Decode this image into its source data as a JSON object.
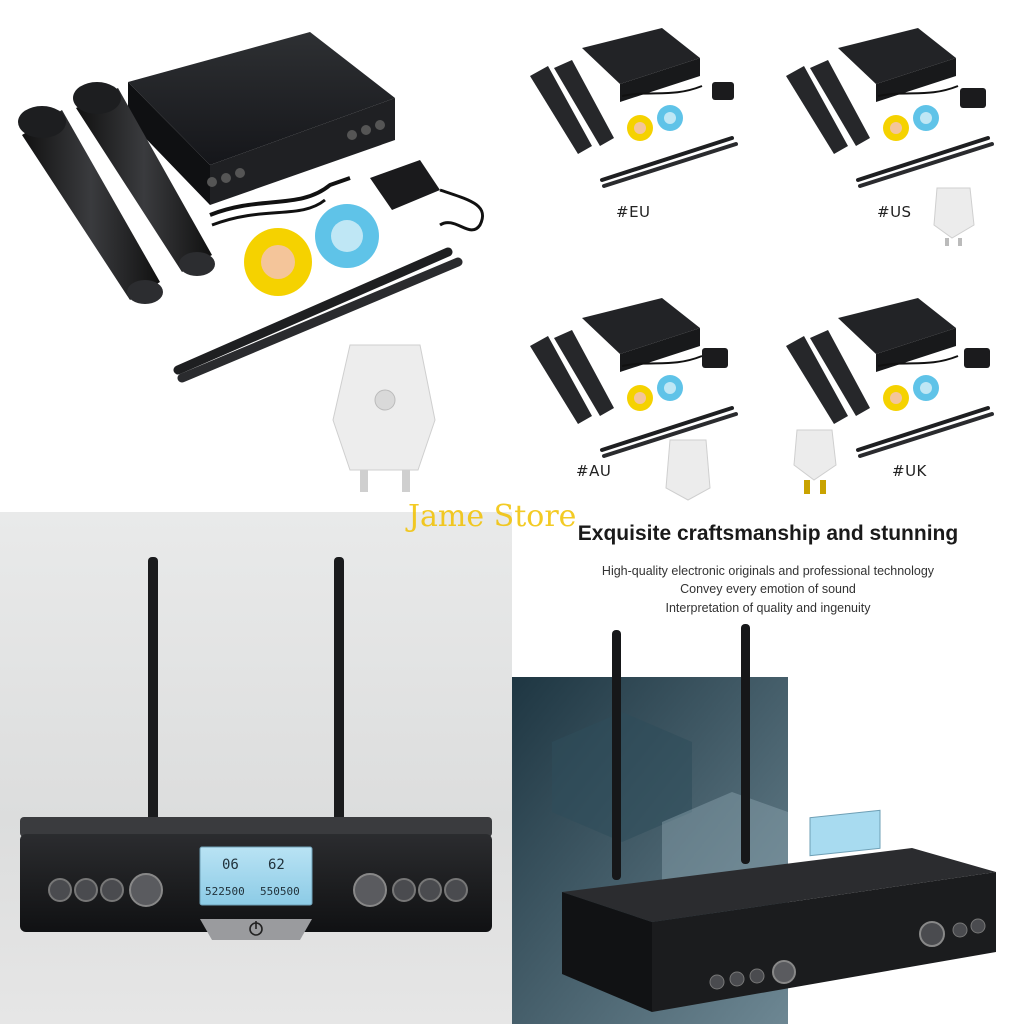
{
  "variants": {
    "eu_label": "#EU",
    "us_label": "#US",
    "au_label": "#AU",
    "uk_label": "#UK"
  },
  "watermark": "Jame Store",
  "craft": {
    "title": "Exquisite craftsmanship and stunning",
    "lines": [
      "High-quality electronic originals and professional technology",
      "Convey every emotion of sound",
      "Interpretation of quality and ingenuity"
    ]
  },
  "lcd": {
    "ch_left": "06",
    "ch_right": "62",
    "freq_left": "522500",
    "freq_right": "550500"
  },
  "icons": [
    "power-icon"
  ],
  "colors": {
    "device_black": "#1c1d1f",
    "lcd_blue": "#9fd3ec",
    "ring_yellow": "#f5d200",
    "ring_blue": "#5fc3e8",
    "watermark_gold": "#f2c200"
  }
}
